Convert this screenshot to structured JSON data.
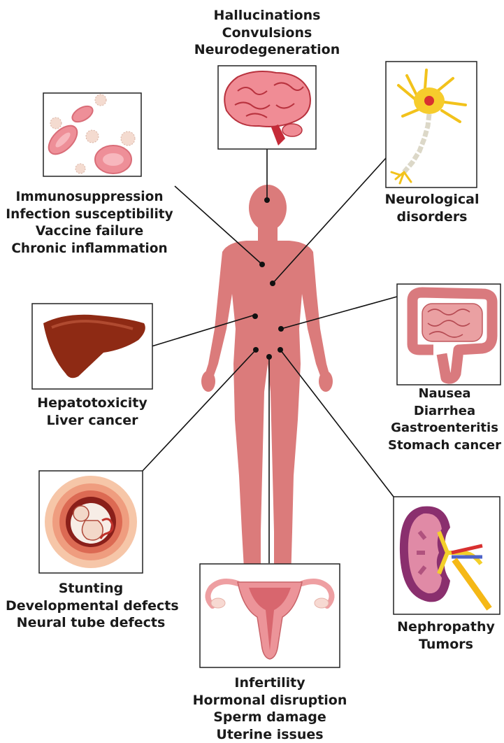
{
  "effects": {
    "brain": [
      "Hallucinations",
      "Convulsions",
      "Neurodegeneration"
    ],
    "immune": [
      "Immunosuppression",
      "Infection susceptibility",
      "Vaccine failure",
      "Chronic inflammation"
    ],
    "neuron": [
      "Neurological",
      "disorders"
    ],
    "liver": [
      "Hepatotoxicity",
      "Liver cancer"
    ],
    "intestine": [
      "Nausea",
      "Diarrhea",
      "Gastroenteritis",
      "Stomach cancer"
    ],
    "fetus": [
      "Stunting",
      "Developmental defects",
      "Neural tube defects"
    ],
    "kidney": [
      "Nephropathy",
      "Tumors"
    ],
    "reproductive": [
      "Infertility",
      "Hormonal disruption",
      "Sperm damage",
      "Uterine issues"
    ]
  },
  "colors": {
    "body": "#db7b7b",
    "connector": "#111111",
    "frame": "#222222",
    "text": "#1a1a1a"
  },
  "icons": [
    "brain-icon",
    "blood-cells-icon",
    "neuron-icon",
    "liver-icon",
    "intestine-icon",
    "fetus-icon",
    "kidney-icon",
    "uterus-icon",
    "human-body-figure"
  ]
}
